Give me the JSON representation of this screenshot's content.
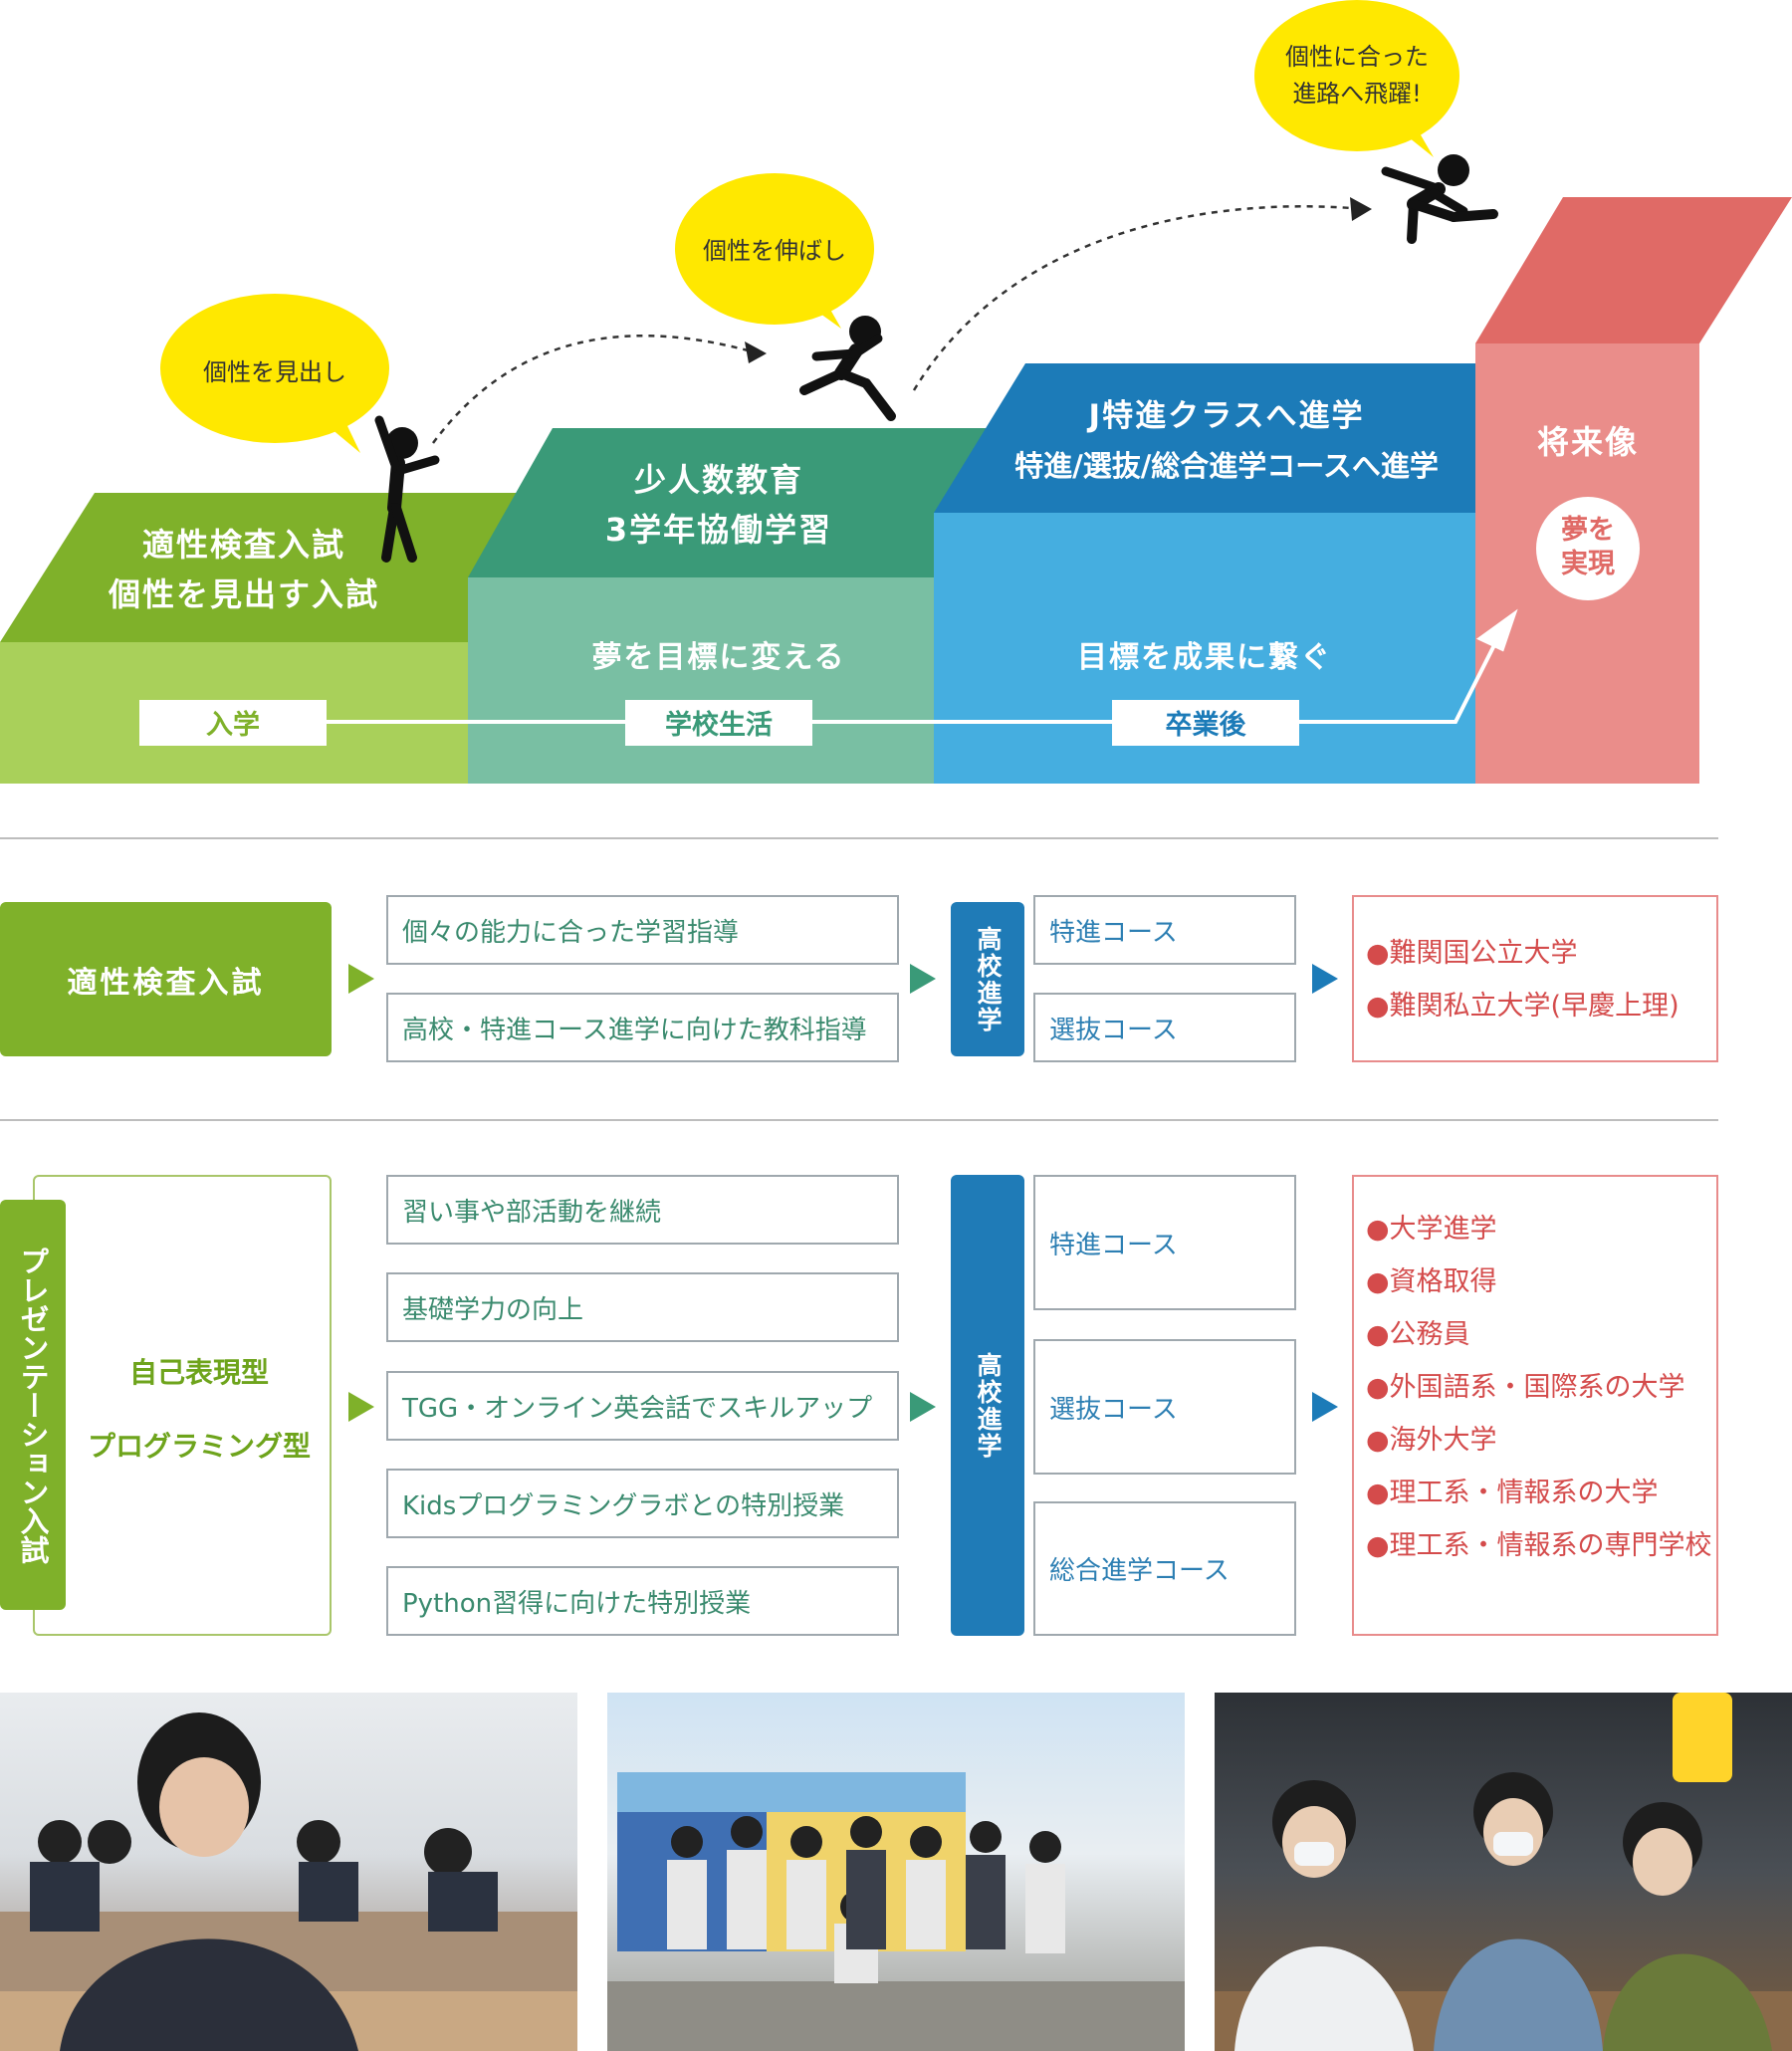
{
  "hero": {
    "step1": {
      "line1": "適性検査入試",
      "line2": "個性を見出す入試"
    },
    "step2": {
      "line1": "少人数教育",
      "line2": "3学年協働学習",
      "front": "夢を目標に変える"
    },
    "step3": {
      "line1": "J特進クラスへ進学",
      "line2": "特進/選抜/総合進学コースへ進学",
      "front": "目標を成果に繋ぐ"
    },
    "step4": {
      "title": "将来像",
      "circle1": "夢を",
      "circle2": "実現"
    },
    "timeline": [
      "入学",
      "学校生活",
      "卒業後"
    ],
    "bubbles": [
      {
        "line1": "個性を見出し"
      },
      {
        "line1": "個性を伸ばし"
      },
      {
        "line1": "個性に合った",
        "line2": "進路へ飛躍!"
      }
    ]
  },
  "row1": {
    "entry": "適性検査入試",
    "items": [
      "個々の能力に合った学習指導",
      "高校・特進コース進学に向けた教科指導"
    ],
    "pill": "高校進学",
    "courses": [
      "特進コース",
      "選抜コース"
    ],
    "results": [
      "●難関国公立大学",
      "●難関私立大学(早慶上理)"
    ]
  },
  "row2": {
    "vertical_label": "プレゼンテーション入試",
    "types": [
      "自己表現型",
      "プログラミング型"
    ],
    "items": [
      "習い事や部活動を継続",
      "基礎学力の向上",
      "TGG・オンライン英会話でスキルアップ",
      "Kidsプログラミングラボとの特別授業",
      "Python習得に向けた特別授業"
    ],
    "pill": "高校進学",
    "courses": [
      "特進コース",
      "選抜コース",
      "総合進学コース"
    ],
    "results": [
      "●大学進学",
      "●資格取得",
      "●公務員",
      "●外国語系・国際系の大学",
      "●海外大学",
      "●理工系・情報系の大学",
      "●理工系・情報系の専門学校"
    ]
  },
  "colors": {
    "green_top": "#7fb12a",
    "green_front": "#a9d05a",
    "teal_top": "#3a9a78",
    "teal_front": "#79bfa3",
    "blue_top": "#1c7bb8",
    "blue_front": "#45aee0",
    "red_top": "#e06a66",
    "red_front": "#ea8d8a",
    "bubble": "#ffe800",
    "accent_result": "#d44b4b"
  }
}
